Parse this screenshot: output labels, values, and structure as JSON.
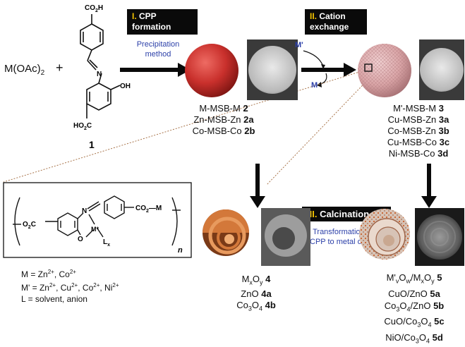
{
  "reactant_left": "M(OAc)",
  "reactant_left_sub": "2",
  "plus": "+",
  "ligand": {
    "co2h_top": "CO",
    "co2h_top_sub": "2",
    "co2h_top_end": "H",
    "oh": "OH",
    "n": "N",
    "ho2c": "HO",
    "ho2c_sub": "2",
    "ho2c_end": "C",
    "number": "1"
  },
  "stages": {
    "cpp": {
      "num": "I.",
      "line1": "CPP",
      "line2": "formation",
      "note1": "Precipitation",
      "note2": "method"
    },
    "cation": {
      "num": "II.",
      "line1": "Cation",
      "line2": "exchange",
      "m_prime": "M'",
      "m": "M"
    },
    "calcination": {
      "num": "III.",
      "label": "Calcination",
      "note1": "Transformation of",
      "note2": "CPP to metal oxide"
    }
  },
  "cpp_products": [
    {
      "name": "M-MSB-M",
      "num": "2"
    },
    {
      "name": "Zn-MSB-Zn",
      "num": "2a"
    },
    {
      "name": "Co-MSB-Co",
      "num": "2b"
    }
  ],
  "exchanged_products": [
    {
      "name": "M'-MSB-M",
      "num": "3"
    },
    {
      "name": "Cu-MSB-Zn",
      "num": "3a"
    },
    {
      "name": "Co-MSB-Zn",
      "num": "3b"
    },
    {
      "name": "Cu-MSB-Co",
      "num": "3c"
    },
    {
      "name": "Ni-MSB-Co",
      "num": "3d"
    }
  ],
  "structure": {
    "o2c": "O",
    "o2c_sub": "2",
    "o2c_end": "C",
    "co2m": "CO",
    "co2m_sub": "2",
    "co2m_end": "—M",
    "n": "N",
    "o": "O",
    "mstar": "M*",
    "lx": "L",
    "lx_sub": "x",
    "n_sub": "n"
  },
  "legend": {
    "m_line": "M = Zn",
    "m_line_rest": ", Co",
    "mprime_line": "M' = Zn",
    "mprime_rest1": ", Cu",
    "mprime_rest2": ", Co",
    "mprime_rest3": ", Ni",
    "charge": "2+",
    "l_line": "L = solvent, anion"
  },
  "oxides_left": [
    {
      "formula": "M",
      "s1": "x",
      "mid": "O",
      "s2": "y",
      "num": "4"
    },
    {
      "formula": "ZnO",
      "num": "4a"
    },
    {
      "formula": "Co",
      "s1": "3",
      "mid": "O",
      "s2": "4",
      "num": "4b"
    }
  ],
  "oxides_right": [
    {
      "text": "M'",
      "s1": "v",
      "t2": "O",
      "s2": "w",
      "t3": "/M",
      "s3": "x",
      "t4": "O",
      "s4": "y",
      "num": "5"
    },
    {
      "text": "CuO/ZnO",
      "num": "5a"
    },
    {
      "text": "Co",
      "s1": "3",
      "t2": "O",
      "s2": "4",
      "t3": "/ZnO",
      "num": "5b"
    },
    {
      "text": "CuO/Co",
      "s1": "3",
      "t2": "O",
      "s2": "4",
      "num": "5c"
    },
    {
      "text": "NiO/Co",
      "s1": "3",
      "t2": "O",
      "s2": "4",
      "num": "5d"
    }
  ],
  "colors": {
    "stage_box": "#0a0a0a",
    "stage_num": "#f2c200",
    "note_blue": "#2b3fa8",
    "sphere_red": "#c9302c",
    "sphere_pink": "#d9a4a6",
    "hollow_orange": "#d3783a"
  }
}
